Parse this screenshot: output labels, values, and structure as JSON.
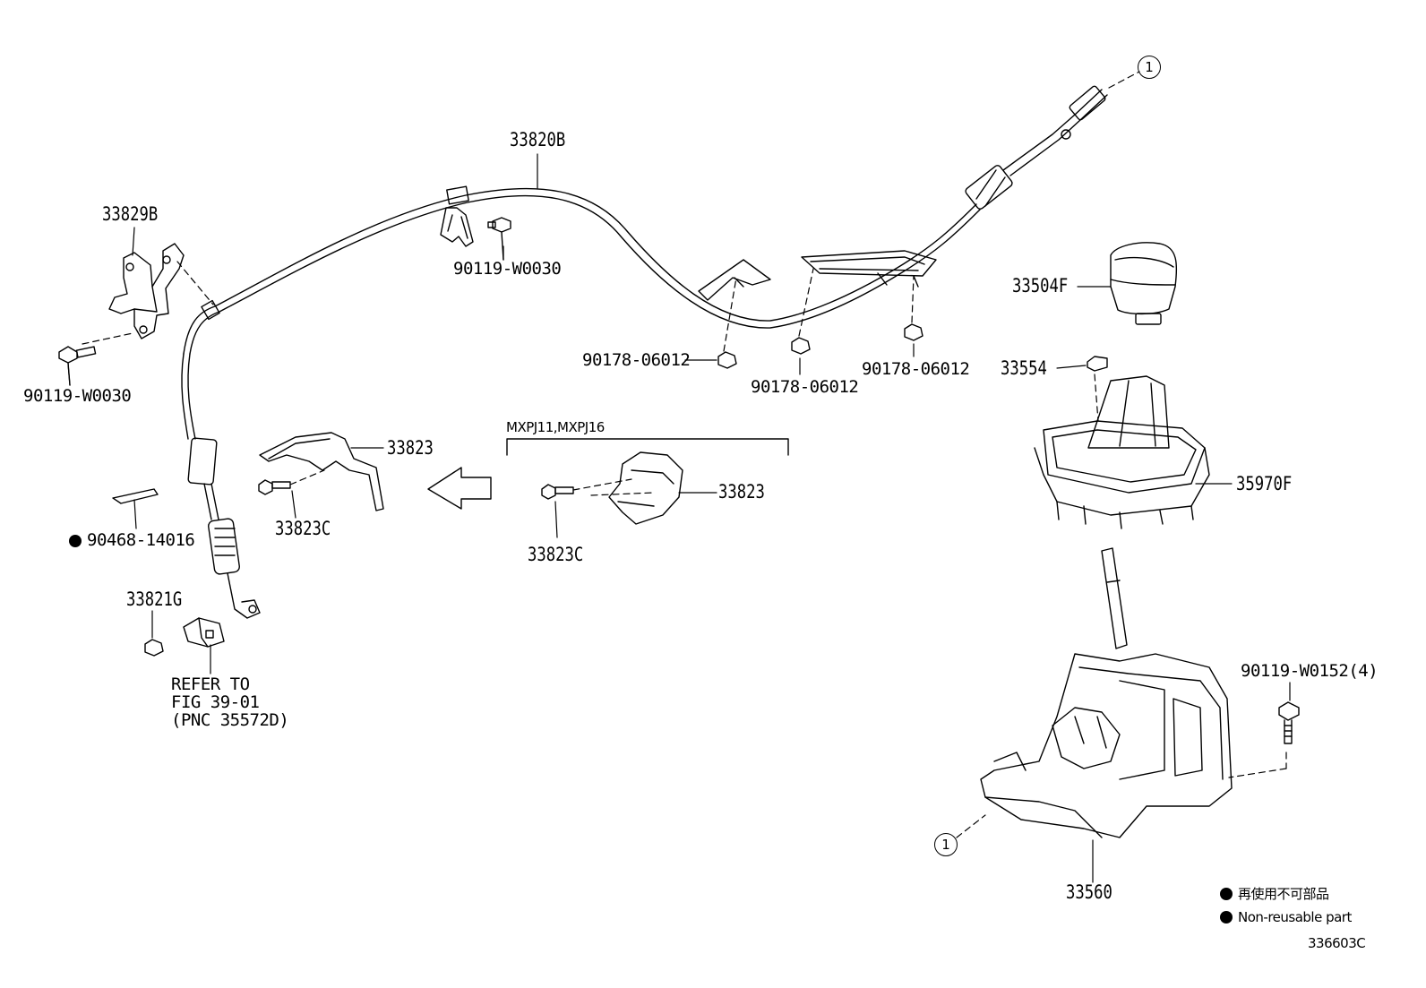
{
  "parts": {
    "cable": "33820B",
    "bracket_left": "33829B",
    "bolt_top": "90119-W0030",
    "bolt_left": "90119-W0030",
    "nut_a": "90178-06012",
    "nut_b": "90178-06012",
    "nut_c": "90178-06012",
    "knob": "33504F",
    "clip": "33554",
    "indicator": "35970F",
    "cover_left": "33823",
    "cover_right": "33823",
    "screw_left": "33823C",
    "screw_right": "33823C",
    "clip_nonreusable": "90468-14016",
    "retainer": "33821G",
    "shift_lever": "33560",
    "bolt_lever": "90119-W0152(4)"
  },
  "variant_label": "MXPJ11,MXPJ16",
  "refer_note": [
    "REFER TO",
    "FIG 39-01",
    "(PNC 35572D)"
  ],
  "ref_mark": "1",
  "legend": {
    "jp": "再使用不可部品",
    "en": "Non-reusable part"
  },
  "figure_id": "336603C"
}
